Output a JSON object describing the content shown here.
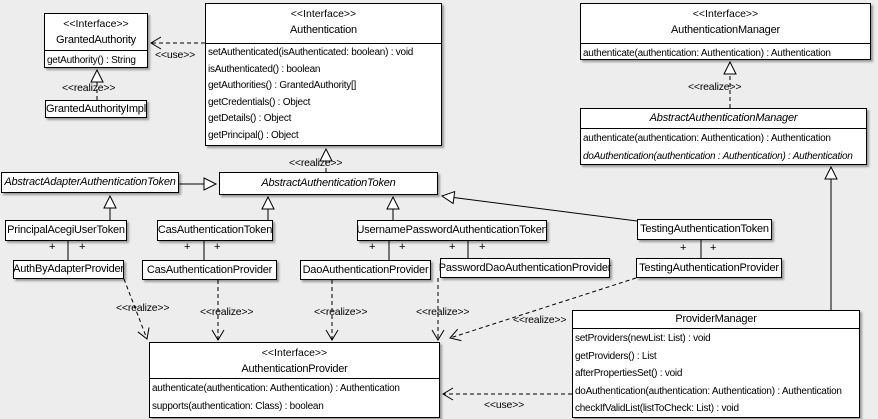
{
  "diagram": {
    "kind": "uml-class-diagram",
    "colors": {
      "background": "#ededed",
      "box_fill": "#ffffff",
      "line": "#000000"
    }
  },
  "stereotypes": {
    "interface": "<<Interface>>",
    "use": "<<use>>",
    "realize": "<<realize>>"
  },
  "multiplicity": "+",
  "classes": {
    "granted_authority": {
      "name": "GrantedAuthority",
      "methods": [
        "getAuthority() : String"
      ]
    },
    "granted_authority_impl": {
      "name": "GrantedAuthorityImpl"
    },
    "authentication": {
      "name": "Authentication",
      "methods": [
        "setAuthenticated(isAuthenticated: boolean) : void",
        "isAuthenticated() : boolean",
        "getAuthorities() : GrantedAuthority[]",
        "getCredentials() : Object",
        "getDetails() : Object",
        "getPrincipal() : Object"
      ]
    },
    "authentication_manager": {
      "name": "AuthenticationManager",
      "methods": [
        "authenticate(authentication: Authentication) : Authentication"
      ]
    },
    "abstract_authentication_manager": {
      "name": "AbstractAuthenticationManager",
      "methods": [
        "authenticate(authentication: Authentication) : Authentication",
        "doAuthentication(authentication : Authentication) : Authentication"
      ]
    },
    "abstract_adapter_authentication_token": {
      "name": "AbstractAdapterAuthenticationToken"
    },
    "abstract_authentication_token": {
      "name": "AbstractAuthenticationToken"
    },
    "principal_acegi_user_token": {
      "name": "PrincipalAcegiUserToken"
    },
    "cas_authentication_token": {
      "name": "CasAuthenticationToken"
    },
    "username_password_authentication_token": {
      "name": "UsernamePasswordAuthenticationToken"
    },
    "testing_authentication_token": {
      "name": "TestingAuthenticationToken"
    },
    "auth_by_adapter_provider": {
      "name": "AuthByAdapterProvider"
    },
    "cas_authentication_provider": {
      "name": "CasAuthenticationProvider"
    },
    "dao_authentication_provider": {
      "name": "DaoAuthenticationProvider"
    },
    "password_dao_authentication_provider": {
      "name": "PasswordDaoAuthenticationProvider"
    },
    "testing_authentication_provider": {
      "name": "TestingAuthenticationProvider"
    },
    "authentication_provider": {
      "name": "AuthenticationProvider",
      "methods": [
        "authenticate(authentication: Authentication) : Authentication",
        "supports(authentication: Class) : boolean"
      ]
    },
    "provider_manager": {
      "name": "ProviderManager",
      "methods": [
        "setProviders(newList: List) : void",
        "getProviders() : List",
        "afterPropertiesSet() : void",
        "doAuthentication(authentication: Authentication) : Authentication",
        "checkIfValidList(listToCheck: List) : void"
      ]
    }
  },
  "relationships": [
    {
      "from": "Authentication",
      "to": "GrantedAuthority",
      "type": "use"
    },
    {
      "from": "GrantedAuthorityImpl",
      "to": "GrantedAuthority",
      "type": "realize"
    },
    {
      "from": "AbstractAuthenticationToken",
      "to": "Authentication",
      "type": "realize"
    },
    {
      "from": "AbstractAuthenticationManager",
      "to": "AuthenticationManager",
      "type": "realize"
    },
    {
      "from": "AbstractAdapterAuthenticationToken",
      "to": "AbstractAuthenticationToken",
      "type": "generalization"
    },
    {
      "from": "PrincipalAcegiUserToken",
      "to": "AbstractAdapterAuthenticationToken",
      "type": "generalization"
    },
    {
      "from": "CasAuthenticationToken",
      "to": "AbstractAuthenticationToken",
      "type": "generalization"
    },
    {
      "from": "UsernamePasswordAuthenticationToken",
      "to": "AbstractAuthenticationToken",
      "type": "generalization"
    },
    {
      "from": "TestingAuthenticationToken",
      "to": "AbstractAuthenticationToken",
      "type": "generalization"
    },
    {
      "from": "ProviderManager",
      "to": "AbstractAuthenticationManager",
      "type": "generalization"
    },
    {
      "from": "PrincipalAcegiUserToken",
      "to": "AuthByAdapterProvider",
      "type": "association",
      "end_labels": [
        "+",
        "+"
      ]
    },
    {
      "from": "CasAuthenticationToken",
      "to": "CasAuthenticationProvider",
      "type": "association",
      "end_labels": [
        "+",
        "+"
      ]
    },
    {
      "from": "UsernamePasswordAuthenticationToken",
      "to": "DaoAuthenticationProvider",
      "type": "association",
      "end_labels": [
        "+",
        "+"
      ]
    },
    {
      "from": "UsernamePasswordAuthenticationToken",
      "to": "PasswordDaoAuthenticationProvider",
      "type": "association",
      "end_labels": [
        "+",
        "+"
      ]
    },
    {
      "from": "TestingAuthenticationToken",
      "to": "TestingAuthenticationProvider",
      "type": "association",
      "end_labels": [
        "+",
        "+"
      ]
    },
    {
      "from": "AuthByAdapterProvider",
      "to": "AuthenticationProvider",
      "type": "realize"
    },
    {
      "from": "CasAuthenticationProvider",
      "to": "AuthenticationProvider",
      "type": "realize"
    },
    {
      "from": "DaoAuthenticationProvider",
      "to": "AuthenticationProvider",
      "type": "realize"
    },
    {
      "from": "PasswordDaoAuthenticationProvider",
      "to": "AuthenticationProvider",
      "type": "realize"
    },
    {
      "from": "TestingAuthenticationProvider",
      "to": "AuthenticationProvider",
      "type": "realize"
    },
    {
      "from": "ProviderManager",
      "to": "AuthenticationProvider",
      "type": "use"
    }
  ]
}
